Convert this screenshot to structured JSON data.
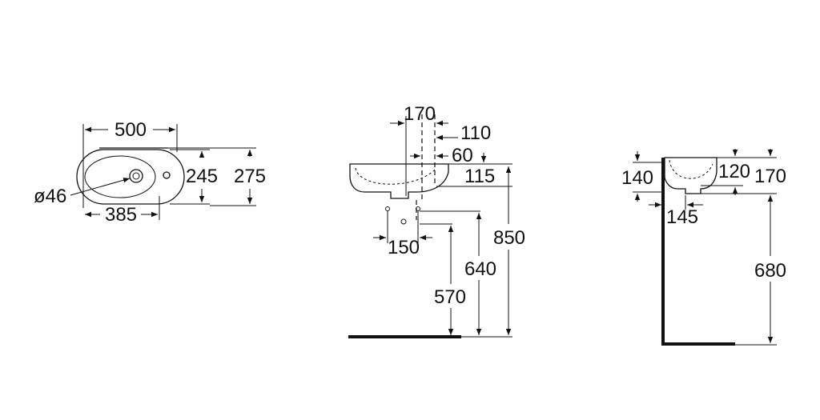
{
  "top_view": {
    "width_total": "500",
    "width_inner": "385",
    "depth_inner": "245",
    "depth_total": "275",
    "tap_hole": "ø46"
  },
  "front_view": {
    "dim_170": "170",
    "dim_110": "110",
    "dim_60": "60",
    "dim_115": "115",
    "dim_150": "150",
    "height_850": "850",
    "height_640": "640",
    "height_570": "570"
  },
  "side_view": {
    "dim_140": "140",
    "dim_120": "120",
    "dim_170": "170",
    "dim_145": "145",
    "height_680": "680"
  }
}
